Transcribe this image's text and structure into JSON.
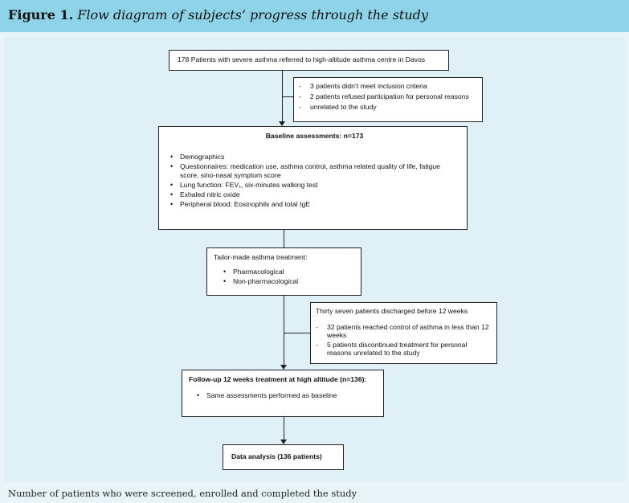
{
  "figure": {
    "label": "Figure 1.",
    "title": "Flow diagram of subjects’ progress through the study",
    "caption": "Number of patients who were screened, enrolled and completed the study"
  },
  "flow": {
    "referred": "178 Patients with severe asthma referred to high-altitude asthma centre in Davos",
    "excluded": [
      "3 patients didn’t meet inclusion criteria",
      "2 patients refused participation for personal reasons",
      "unrelated to the study"
    ],
    "baseline": {
      "title": "Baseline assessments: n=173",
      "items": [
        "Demographics",
        "Questionnaires: medication use, asthma control, asthma related quality of life, fatigue score, sino-nasal symptom score",
        "Lung function: FEV₁, six-minutes walking test",
        "Exhaled nitric oxide",
        "Peripheral blood: Eosinophils and total IgE"
      ]
    },
    "treatment": {
      "title": "Tailor-made asthma treatment:",
      "items": [
        "Pharmacological",
        "Non-pharmacological"
      ]
    },
    "discharged": {
      "title": "Thirty seven patients discharged before 12 weeks",
      "items": [
        "32 patients  reached control of asthma in less than 12 weeks",
        "5 patients discontinued treatment for personal reasons unrelated to the study"
      ]
    },
    "followup": {
      "title": "Follow-up 12 weeks treatment at high altitude (n=136):",
      "items": [
        "Same assessments performed as baseline"
      ]
    },
    "analysis": "Data analysis (136 patients)"
  }
}
